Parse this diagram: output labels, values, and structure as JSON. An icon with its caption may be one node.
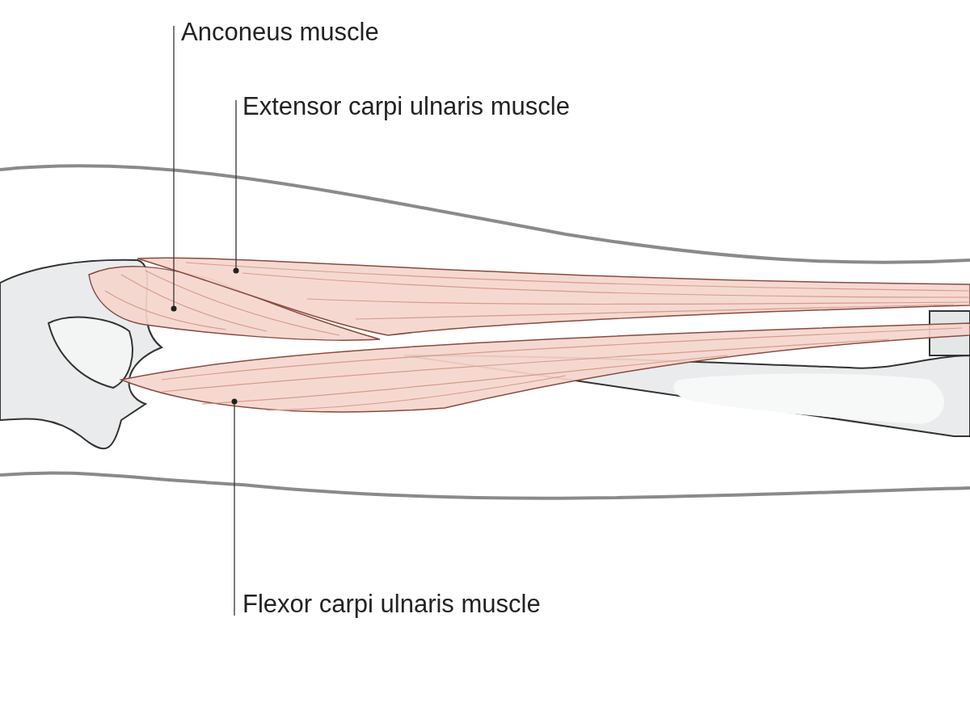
{
  "diagram": {
    "nodes": [
      {
        "text": [
          "Anconeus muscle"
        ]
      },
      {
        "text": [],
        "shape": "picture"
      },
      {
        "text": [
          "Extensor carpi ulnaris muscle"
        ]
      },
      {
        "text": [],
        "shape": "picture"
      },
      {
        "text": [
          "Flexor carpi ulnaris muscle"
        ]
      },
      {
        "text": [],
        "shape": "picture"
      }
    ],
    "edges": [
      {
        "from": 0,
        "to": 1,
        "arrow": "none"
      },
      {
        "from": 2,
        "to": 3,
        "arrow": "none"
      },
      {
        "from": 4,
        "to": 5,
        "arrow": "none"
      }
    ]
  }
}
